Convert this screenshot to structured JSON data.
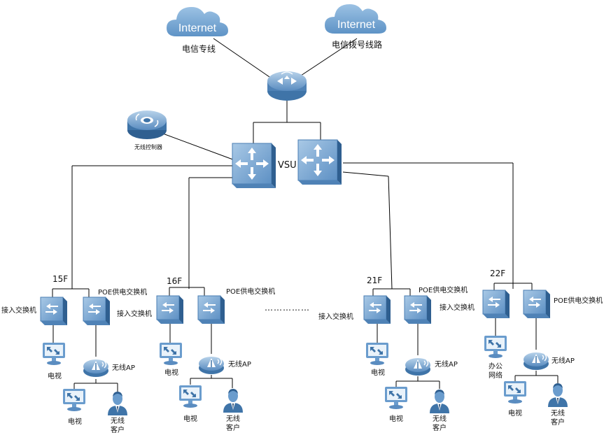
{
  "internet_left": {
    "cloud": "Internet",
    "label": "电信专线"
  },
  "internet_right": {
    "cloud": "Internet",
    "label": "电信拨号线路"
  },
  "wlc_label": "无线控制器",
  "vsu_label": "VSU",
  "dots": "……………",
  "floors": [
    {
      "name": "15F",
      "access_label": "接入交换机",
      "poe_label": "POE供电交换机",
      "poe_sub_label": "接入交换机",
      "tv_label": "电视",
      "ap_label": "无线AP",
      "tv2_label": "电视",
      "client_label1": "无线",
      "client_label2": "客户"
    },
    {
      "name": "16F",
      "poe_label": "POE供电交换机",
      "tv_label": "电视",
      "ap_label": "无线AP",
      "tv2_label": "电视",
      "client_label1": "无线",
      "client_label2": "客户"
    },
    {
      "name": "21F",
      "access_label": "接入交换机",
      "poe_label": "POE供电交换机",
      "poe_sub_label": "接入交换机",
      "tv_label": "电视",
      "ap_label": "无线AP",
      "tv2_label": "电视",
      "client_label1": "无线",
      "client_label2": "客户"
    },
    {
      "name": "22F",
      "poe_label": "POE供电交换机",
      "office_label1": "办公",
      "office_label2": "网络",
      "ap_label": "无线AP",
      "tv2_label": "电视",
      "client_label1": "无线",
      "client_label2": "客户"
    }
  ],
  "colors": {
    "device": "#6a9ccd",
    "device_dark": "#3f74a8",
    "device_light": "#a9c9e6",
    "line": "#000000"
  }
}
